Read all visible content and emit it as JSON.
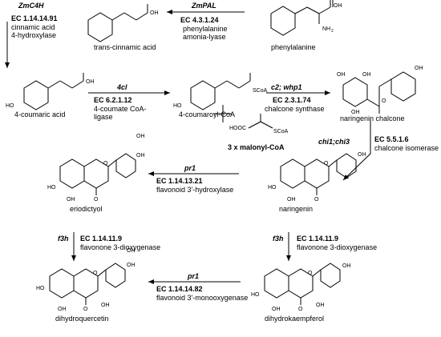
{
  "compounds": {
    "phenylalanine": "phenylalanine",
    "trans_cinnamic_acid": "trans-cinnamic acid",
    "coumaric_acid": "4-coumaric acid",
    "coumaroyl_coa": "4-coumaroyl-CoA",
    "malonyl_coa": "3 x malonyl-CoA",
    "naringenin_chalcone": "naringenin chalcone",
    "naringenin": "naringenin",
    "eriodictyol": "eriodictyol",
    "dihydrokaempferol": "dihydrokaempferol",
    "dihydroquercetin": "dihydroquercetin"
  },
  "enzymes": {
    "zmpal": {
      "gene": "ZmPAL",
      "ec": "EC 4.3.1.24",
      "name1": "phenylalanine",
      "name2": "amonia-lyase"
    },
    "zmc4h": {
      "gene": "ZmC4H",
      "ec": "EC 1.14.14.91",
      "name1": "cinnamic acid",
      "name2": "4-hydroxylase"
    },
    "fourcl": {
      "gene": "4cl",
      "ec": "EC 6.2.1.12",
      "name1": "4-coumate CoA-",
      "name2": "ligase"
    },
    "chs": {
      "gene": "c2; whp1",
      "ec": "EC 2.3.1.74",
      "name1": "chalcone synthase"
    },
    "chi": {
      "gene": "chi1;chi3",
      "ec": "EC 5.5.1.6",
      "name1": "chalcone isomerase"
    },
    "pr1_top": {
      "gene": "pr1",
      "ec": "EC 1.14.13.21",
      "name1": "flavonoid 3'-hydroxylase"
    },
    "f3h_left": {
      "gene": "f3h",
      "ec": "EC 1.14.11.9",
      "name1": "flavonone 3-dioxygenase"
    },
    "f3h_right": {
      "gene": "f3h",
      "ec": "EC 1.14.11.9",
      "name1": "flavonone 3-dioxygenase"
    },
    "pr1_bottom": {
      "gene": "pr1",
      "ec": "EC 1.14.14.82",
      "name1": "flavonoid 3'-monooxygenase"
    }
  },
  "atoms": {
    "oh": "OH",
    "ho": "HO",
    "o": "O",
    "nh2": "NH",
    "nh2_sub": "2",
    "scoa": "SCoA",
    "hooc": "HOOC"
  },
  "icons": [
    "arrow-icon",
    "plus-icon"
  ]
}
